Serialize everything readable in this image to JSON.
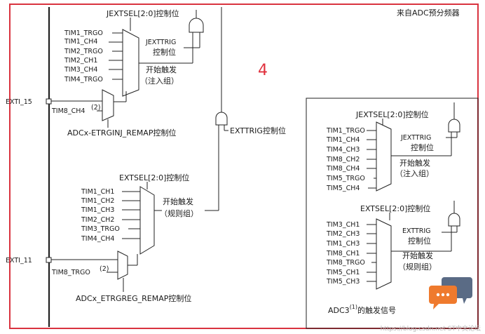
{
  "region_number": "4",
  "top_label": "来自ADC预分频器",
  "injected": {
    "sel_label": "JEXTSEL[2:0]控制位",
    "inputs": [
      "TIM1_TRGO",
      "TIM1_CH4",
      "TIM2_TRGO",
      "TIM2_CH1",
      "TIM3_CH4",
      "TIM4_TRGO"
    ],
    "trig_label_1": "JEXTTRIG",
    "trig_label_2": "控制位",
    "start_1": "开始触发",
    "start_2": "（注入组）",
    "exti": "EXTI_15",
    "tim8": "TIM8_CH4",
    "tim8_sup": "(2)",
    "remap": "ADCx-ETRGINJ_REMAP控制位"
  },
  "exttrig_label": "EXTTRIG控制位",
  "regular": {
    "sel_label": "EXTSEL[2:0]控制位",
    "inputs": [
      "TIM1_CH1",
      "TIM1_CH2",
      "TIM1_CH3",
      "TIM2_CH2",
      "TIM3_TRGO",
      "TIM4_CH4"
    ],
    "start_1": "开始触发",
    "start_2": "（规则组）",
    "exti": "EXTI_11",
    "tim8": "TIM8_TRGO",
    "tim8_sup": "(2)",
    "remap": "ADCx_ETRGREG_REMAP控制位"
  },
  "adc3": {
    "injected": {
      "sel_label": "JEXTSEL[2:0]控制位",
      "inputs": [
        "TIM1_TRGO",
        "TIM1_CH4",
        "TIM4_CH3",
        "TIM8_CH2",
        "TIM8_CH4",
        "TIM5_TRGO",
        "TIM5_CH4"
      ],
      "trig_label_1": "JEXTTRIG",
      "trig_label_2": "控制位",
      "start_1": "开始触发",
      "start_2": "（注入组）"
    },
    "regular": {
      "sel_label": "EXTSEL[2:0]控制位",
      "inputs": [
        "TIM3_CH1",
        "TIM2_CH3",
        "TIM1_CH3",
        "TIM8_CH1",
        "TIM8_TRGO",
        "TIM5_CH1",
        "TIM5_CH3"
      ],
      "trig_label_1": "EXTTRIG",
      "trig_label_2": "控制位",
      "start_1": "开始触发",
      "start_2": "（规则组）"
    },
    "title": "ADC3",
    "title_sup": "(1)",
    "title_suffix": "的触发信号"
  },
  "watermark": "https://blog.csdn.net  ST中文论坛"
}
